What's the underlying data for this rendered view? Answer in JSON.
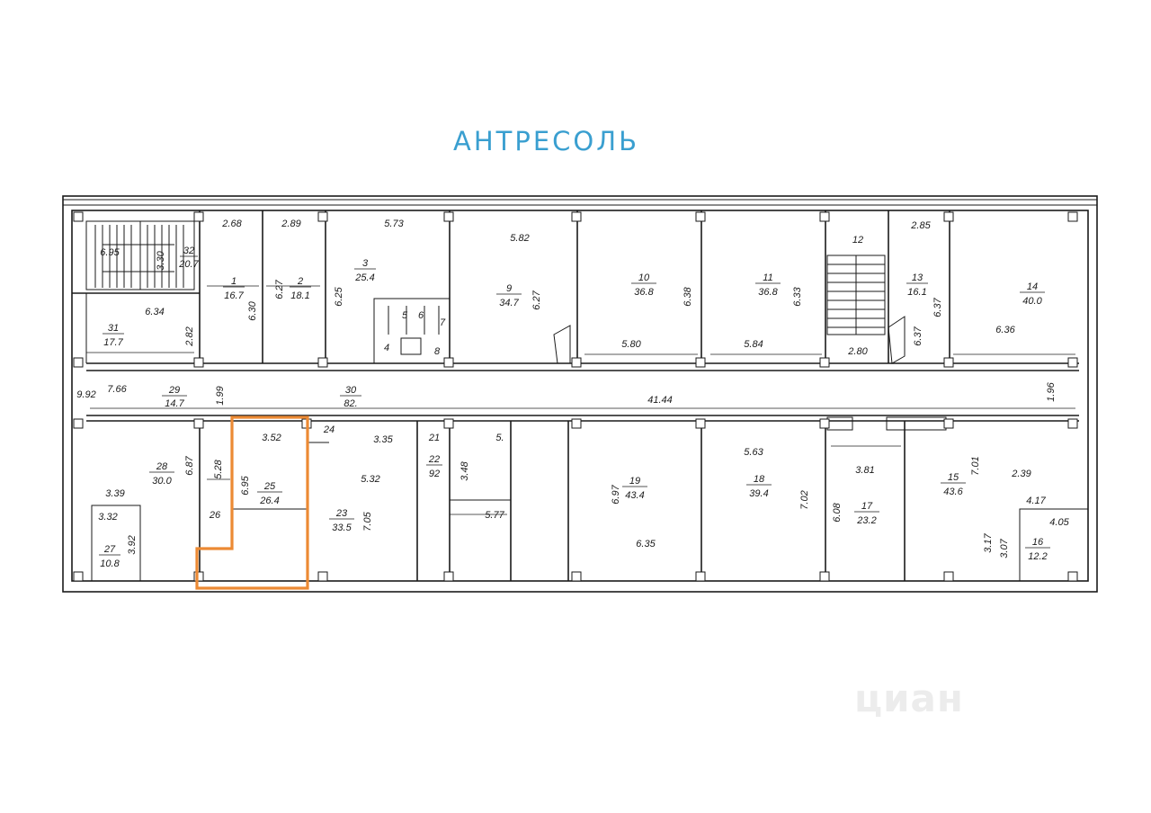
{
  "heading": "АНТРЕСОЛЬ",
  "watermark": "циан",
  "colors": {
    "heading": "#3a9fd0",
    "highlight": "#ec8a34",
    "line": "#1a1a1a"
  },
  "rooms": [
    {
      "num": "32",
      "area": "20.7"
    },
    {
      "num": "31",
      "area": "17.7"
    },
    {
      "num": "1",
      "area": "16.7"
    },
    {
      "num": "2",
      "area": "18.1"
    },
    {
      "num": "3",
      "area": "25.4"
    },
    {
      "num": "9",
      "area": "34.7"
    },
    {
      "num": "10",
      "area": "36.8"
    },
    {
      "num": "11",
      "area": "36.8"
    },
    {
      "num": "12",
      "area": ""
    },
    {
      "num": "13",
      "area": "16.1"
    },
    {
      "num": "14",
      "area": "40.0"
    },
    {
      "num": "29",
      "area": "14.7"
    },
    {
      "num": "30",
      "area": "82."
    },
    {
      "num": "28",
      "area": "30.0"
    },
    {
      "num": "27",
      "area": "10.8"
    },
    {
      "num": "26",
      "area": ""
    },
    {
      "num": "25",
      "area": "26.4"
    },
    {
      "num": "24",
      "area": ""
    },
    {
      "num": "23",
      "area": "33.5"
    },
    {
      "num": "22",
      "area": "92"
    },
    {
      "num": "21",
      "area": ""
    },
    {
      "num": "5.",
      "area": ""
    },
    {
      "num": "19",
      "area": "43.4"
    },
    {
      "num": "18",
      "area": "39.4"
    },
    {
      "num": "17",
      "area": "23.2"
    },
    {
      "num": "15",
      "area": "43.6"
    },
    {
      "num": "16",
      "area": "12.2"
    },
    {
      "num": "4",
      "area": ""
    },
    {
      "num": "5",
      "area": ""
    },
    {
      "num": "6",
      "area": ""
    },
    {
      "num": "7",
      "area": ""
    },
    {
      "num": "8",
      "area": ""
    }
  ],
  "dimensions": [
    "6.95",
    "3.30",
    "6.34",
    "2.82",
    "2.68",
    "6.30",
    "2.89",
    "6.27",
    "5.73",
    "6.25",
    "5.82",
    "6.27",
    "6.38",
    "6.33",
    "2.85",
    "6.37",
    "6.37",
    "6.36",
    "5.80",
    "5.84",
    "2.80",
    "7.66",
    "1.99",
    "41.44",
    "1.96",
    "9.92",
    "6.87",
    "5.28",
    "3.39",
    "3.32",
    "3.92",
    "3.52",
    "6.95",
    "3.35",
    "5.32",
    "7.05",
    "3.48",
    "5.77",
    "5.63",
    "6.97",
    "6.35",
    "7.02",
    "3.81",
    "6.08",
    "7.01",
    "2.39",
    "4.17",
    "3.17",
    "3.07",
    "4.05"
  ]
}
